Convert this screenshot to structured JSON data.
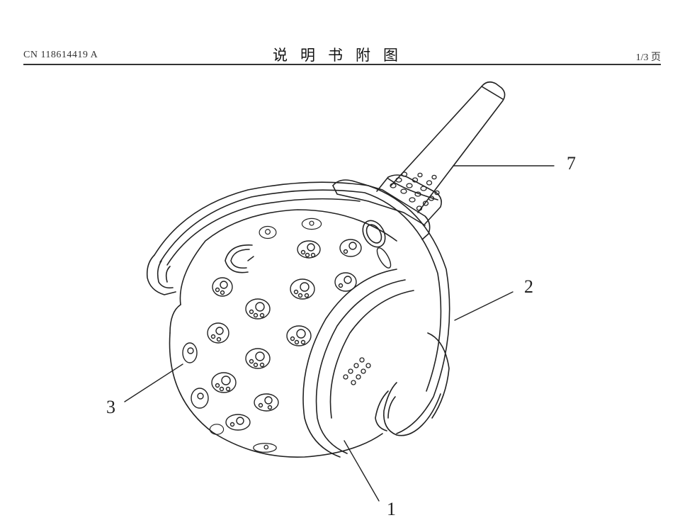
{
  "header": {
    "publication_number": "CN 118614419 A",
    "sheet_title": "说明书附图",
    "page_number": "1/3 页"
  },
  "figure": {
    "description": "Perspective line drawing of a ball-shaped pet toy with paw-print pattern, side clamp frame and handle rod",
    "reference_numerals": [
      {
        "label": "1",
        "part": "ball body lower/side"
      },
      {
        "label": "2",
        "part": "clamp frame"
      },
      {
        "label": "3",
        "part": "ball shell with paw prints"
      },
      {
        "label": "7",
        "part": "handle rod sleeve"
      }
    ]
  },
  "colors": {
    "line": "#222222",
    "background": "#ffffff"
  }
}
